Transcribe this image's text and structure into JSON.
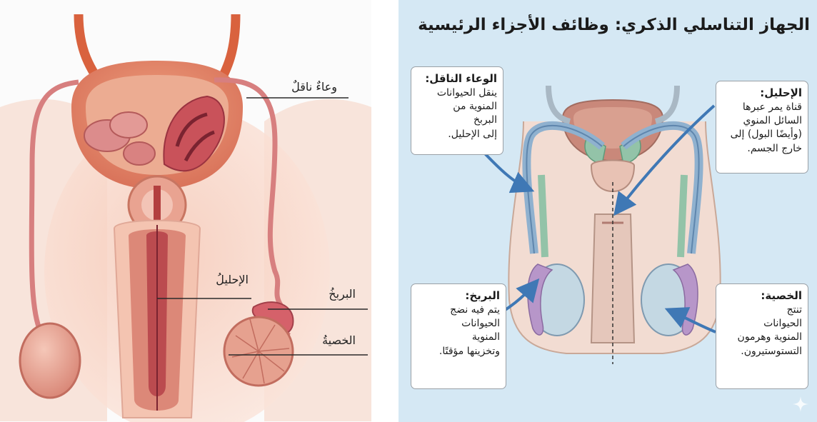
{
  "left_panel": {
    "labels": {
      "vas_deferens": "وعاءٌ ناقلٌ",
      "urethra": "الإحليلُ",
      "epididymis": "البربخُ",
      "testis": "الخصيةُ"
    }
  },
  "right_panel": {
    "title": "الجهاز التناسلي الذكري: وظائف الأجزاء الرئيسية",
    "boxes": {
      "vas_deferens": {
        "title": "الوعاء الناقل:",
        "body": "ينقل الحيوانات\nالمنوية من\nالبربخ\nإلى الإحليل."
      },
      "urethra": {
        "title": "الإحليل:",
        "body": "قناة يمر عبرها\nالسائل المنوي\n(وأيضًا البول) إلى\nخارج الجسم."
      },
      "epididymis": {
        "title": "البربخ:",
        "body": "يتم فيه نضج\nالحيوانات\nالمنوية\nوتخزينها مؤقتًا."
      },
      "testis": {
        "title": "الخصية:",
        "body": "تنتج\nالحيوانات\nالمنوية وهرمون\nالتستوستيرون."
      }
    }
  },
  "colors": {
    "left_background": "#fbfbfb",
    "right_background": "#d5e8f4",
    "arrow": "#3f78b5",
    "tissue_pink": "#f3c3b3",
    "duct_blue": "#8fb1cf",
    "gland_green": "#93c3a8"
  }
}
